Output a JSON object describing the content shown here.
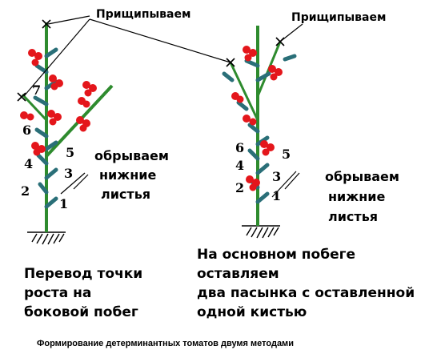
{
  "labels": {
    "pinch_left": "Прищипываем",
    "pinch_right": "Прищипываем",
    "strip_left": [
      "обрываем",
      "нижние",
      "листья"
    ],
    "strip_right": [
      "обрываем",
      "нижние",
      "листья"
    ],
    "caption_left": [
      "Перевод точки",
      "роста на",
      "боковой побег"
    ],
    "caption_right": [
      "На основном побеге",
      "оставляем",
      "два пасынка с оставленной",
      "одной кистью"
    ],
    "footer": "Формирование детерминантных томатов двумя методами"
  },
  "leaf_numbers": {
    "left": [
      "7",
      "6",
      "5",
      "4",
      "3",
      "2",
      "1"
    ],
    "right": [
      "6",
      "5",
      "4",
      "3",
      "2",
      "1"
    ]
  },
  "colors": {
    "stem": "#2e8b2e",
    "leaf": "#2a6f78",
    "fruit": "#e4161b",
    "ink": "#000000"
  }
}
